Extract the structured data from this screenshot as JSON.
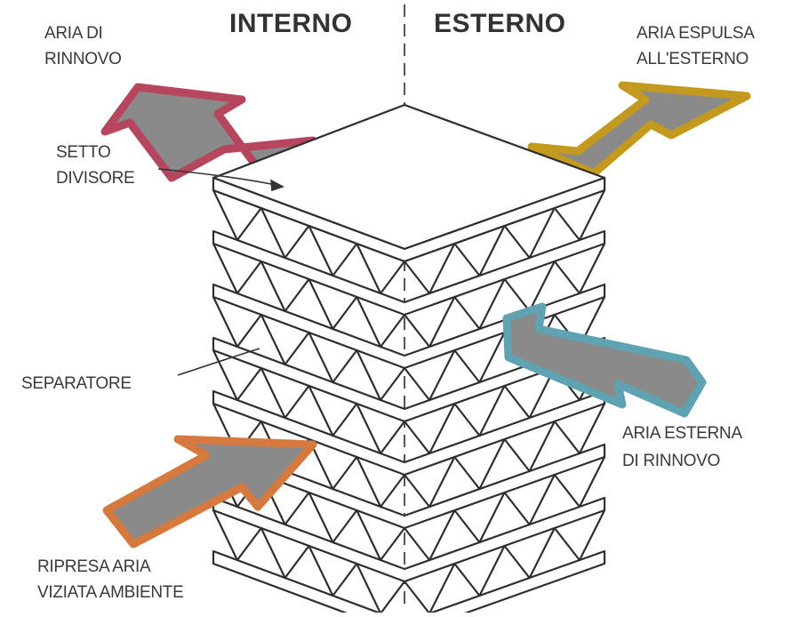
{
  "headers": {
    "left": "INTERNO",
    "right": "ESTERNO"
  },
  "labels": {
    "aria_di_rinnovo": [
      "ARIA DI",
      "RINNOVO"
    ],
    "aria_espulsa": [
      "ARIA ESPULSA",
      "ALL'ESTERNO"
    ],
    "setto_divisore": [
      "SETTO",
      "DIVISORE"
    ],
    "separatore": "SEPARATORE",
    "aria_esterna_di_rinnovo": [
      "ARIA ESTERNA",
      "DI RINNOVO"
    ],
    "ripresa_aria": [
      "RIPRESA ARIA",
      "VIZIATA AMBIENTE"
    ]
  },
  "arrow_colors": {
    "aria_di_rinnovo": "#b5465e",
    "aria_espulsa": "#c39a1e",
    "aria_esterna_di_rinnovo": "#5fa3b3",
    "ripresa_aria": "#d5793f",
    "arrow_fill": "#8a8a8a"
  }
}
